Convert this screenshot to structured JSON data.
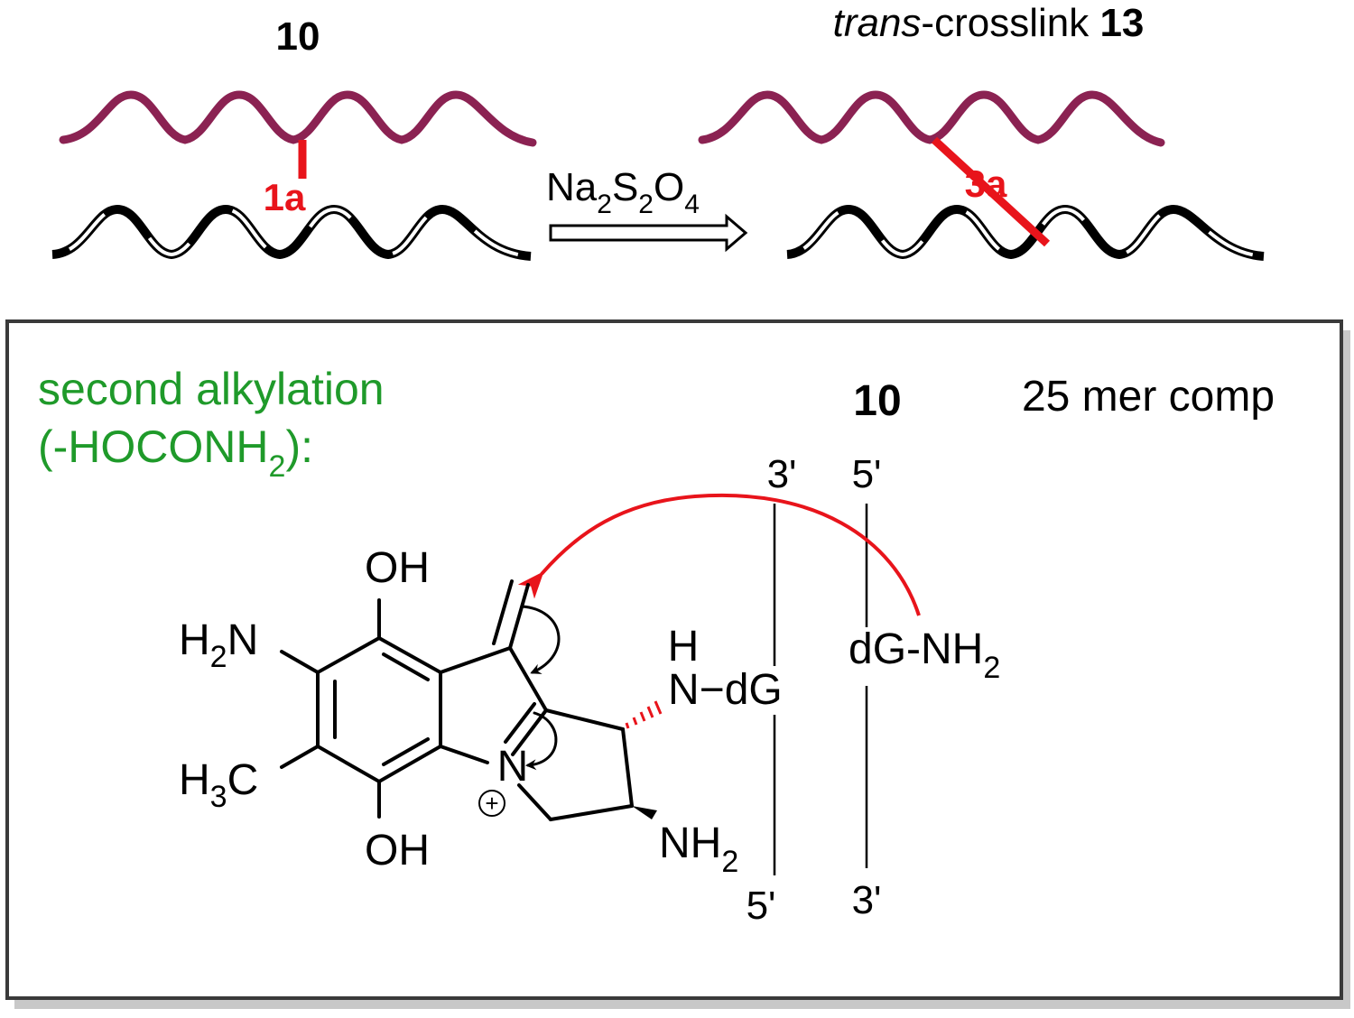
{
  "top": {
    "left_label": "10",
    "right_label_italic": "trans",
    "right_label_rest": "-crosslink ",
    "right_label_num": "13",
    "left_link_label": "1a",
    "right_link_label": "3a",
    "reagent": {
      "t1": "Na",
      "s1": "2",
      "t2": "S",
      "s2": "2",
      "t3": "O",
      "s3": "4"
    }
  },
  "box": {
    "green_line1": "second alkylation",
    "green_line2_a": "(-HOCONH",
    "green_line2_sub": "2",
    "green_line2_b": "):",
    "label_10": "10",
    "label_comp": "25 mer comp",
    "strand_left_top": "3'",
    "strand_left_bottom": "5'",
    "strand_right_top": "5'",
    "strand_right_bottom": "3'",
    "dg_nh2_a": "dG-NH",
    "dg_nh2_sub": "2",
    "molecule": {
      "oh_top": "OH",
      "oh_bottom": "OH",
      "h2n_h": "H",
      "h2n_sub": "2",
      "h2n_n": "N",
      "h3c_h": "H",
      "h3c_sub": "3",
      "h3c_c": "C",
      "n_ring": "N",
      "plus": "+",
      "nh_h": "H",
      "n_dg": "N−dG",
      "nh2_a": "NH",
      "nh2_sub": "2"
    }
  },
  "colors": {
    "maroon": "#8b2252",
    "red": "#e8141b",
    "green": "#1f9a2a",
    "black": "#000000"
  }
}
